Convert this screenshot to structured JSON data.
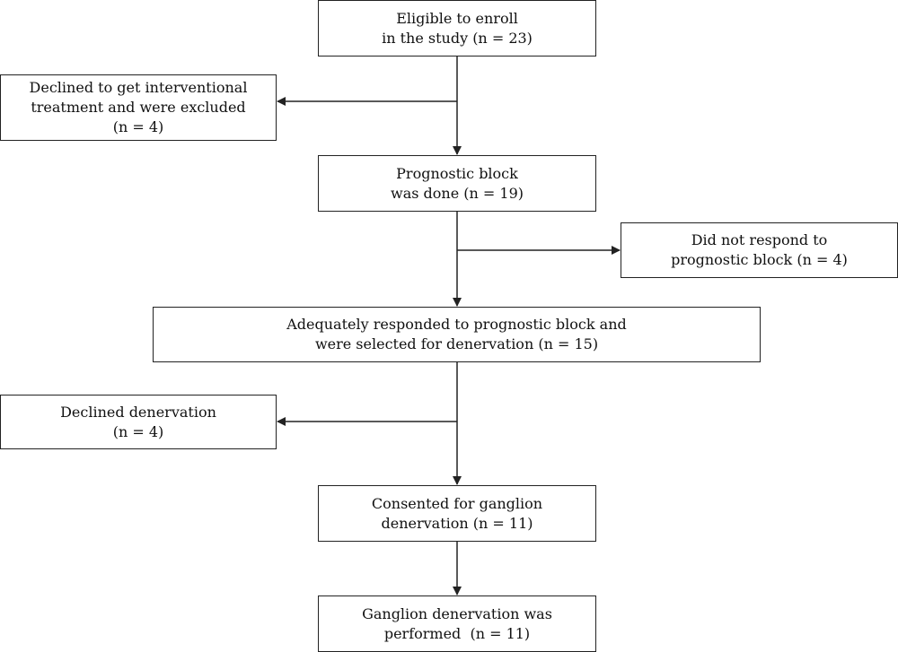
{
  "flowchart": {
    "eligible": {
      "lines": [
        "Eligible to enroll",
        "in the study (n = 23)"
      ]
    },
    "declined_treatment": {
      "lines": [
        "Declined to get interventional",
        "treatment and were excluded",
        "(n = 4)"
      ]
    },
    "prognostic_block": {
      "lines": [
        "Prognostic block",
        "was done (n = 19)"
      ]
    },
    "no_response": {
      "lines": [
        "Did not respond to",
        "prognostic block (n = 4)"
      ]
    },
    "adequate_response": {
      "lines": [
        "Adequately responded to prognostic block and",
        "were selected for denervation (n = 15)"
      ]
    },
    "declined_denervation": {
      "lines": [
        "Declined denervation",
        "(n = 4)"
      ]
    },
    "consented": {
      "lines": [
        "Consented for ganglion",
        "denervation (n = 11)"
      ]
    },
    "performed": {
      "lines": [
        "Ganglion denervation was",
        "performed  (n = 11)"
      ]
    }
  },
  "colors": {
    "box_border": "#222222",
    "arrow": "#222222",
    "text": "#111111",
    "background": "#ffffff"
  }
}
